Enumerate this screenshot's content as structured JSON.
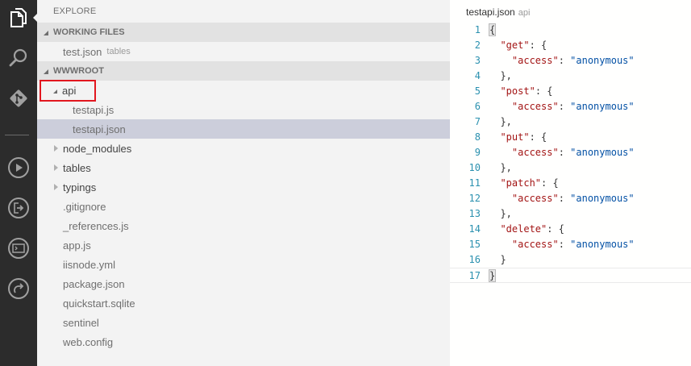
{
  "activity_bar": {
    "icons": [
      {
        "name": "explorer-icon",
        "active": true
      },
      {
        "name": "search-icon",
        "active": false
      },
      {
        "name": "git-icon",
        "active": false
      },
      {
        "name": "debug-icon",
        "active": false
      },
      {
        "name": "deploy-icon",
        "active": false
      },
      {
        "name": "terminal-icon",
        "active": false
      },
      {
        "name": "redo-icon",
        "active": false
      }
    ]
  },
  "sidebar": {
    "title": "EXPLORE",
    "working_files": {
      "header": "WORKING FILES",
      "items": [
        {
          "name": "test.json",
          "description": "tables"
        }
      ]
    },
    "root": {
      "header": "WWWROOT",
      "tree": [
        {
          "label": "api",
          "type": "folder",
          "expanded": true,
          "depth": 0
        },
        {
          "label": "testapi.js",
          "type": "file",
          "depth": 1
        },
        {
          "label": "testapi.json",
          "type": "file",
          "depth": 1,
          "selected": true
        },
        {
          "label": "node_modules",
          "type": "folder",
          "expanded": false,
          "depth": 0
        },
        {
          "label": "tables",
          "type": "folder",
          "expanded": false,
          "depth": 0
        },
        {
          "label": "typings",
          "type": "folder",
          "expanded": false,
          "depth": 0
        },
        {
          "label": ".gitignore",
          "type": "file",
          "depth": 0
        },
        {
          "label": "_references.js",
          "type": "file",
          "depth": 0
        },
        {
          "label": "app.js",
          "type": "file",
          "depth": 0
        },
        {
          "label": "iisnode.yml",
          "type": "file",
          "depth": 0
        },
        {
          "label": "package.json",
          "type": "file",
          "depth": 0
        },
        {
          "label": "quickstart.sqlite",
          "type": "file",
          "depth": 0
        },
        {
          "label": "sentinel",
          "type": "file",
          "depth": 0
        },
        {
          "label": "web.config",
          "type": "file",
          "depth": 0
        }
      ]
    }
  },
  "editor": {
    "file_name": "testapi.json",
    "file_folder": "api",
    "line_numbers": [
      "1",
      "2",
      "3",
      "4",
      "5",
      "6",
      "7",
      "8",
      "9",
      "10",
      "11",
      "12",
      "13",
      "14",
      "15",
      "16",
      "17"
    ],
    "lines": [
      "{",
      "  \"get\": {",
      "    \"access\": \"anonymous\"",
      "  },",
      "  \"post\": {",
      "    \"access\": \"anonymous\"",
      "  },",
      "  \"put\": {",
      "    \"access\": \"anonymous\"",
      "  },",
      "  \"patch\": {",
      "    \"access\": \"anonymous\"",
      "  },",
      "  \"delete\": {",
      "    \"access\": \"anonymous\"",
      "  }",
      "}"
    ]
  },
  "colors": {
    "activity_bar": "#2c2c2c",
    "sidebar_bg": "#f3f3f3",
    "section_header_bg": "#e2e2e2",
    "selected_row": "#cccedb",
    "highlight_box": "#e2171f",
    "json_key": "#a31515",
    "json_string": "#0451a5",
    "line_number": "#2b91af"
  }
}
